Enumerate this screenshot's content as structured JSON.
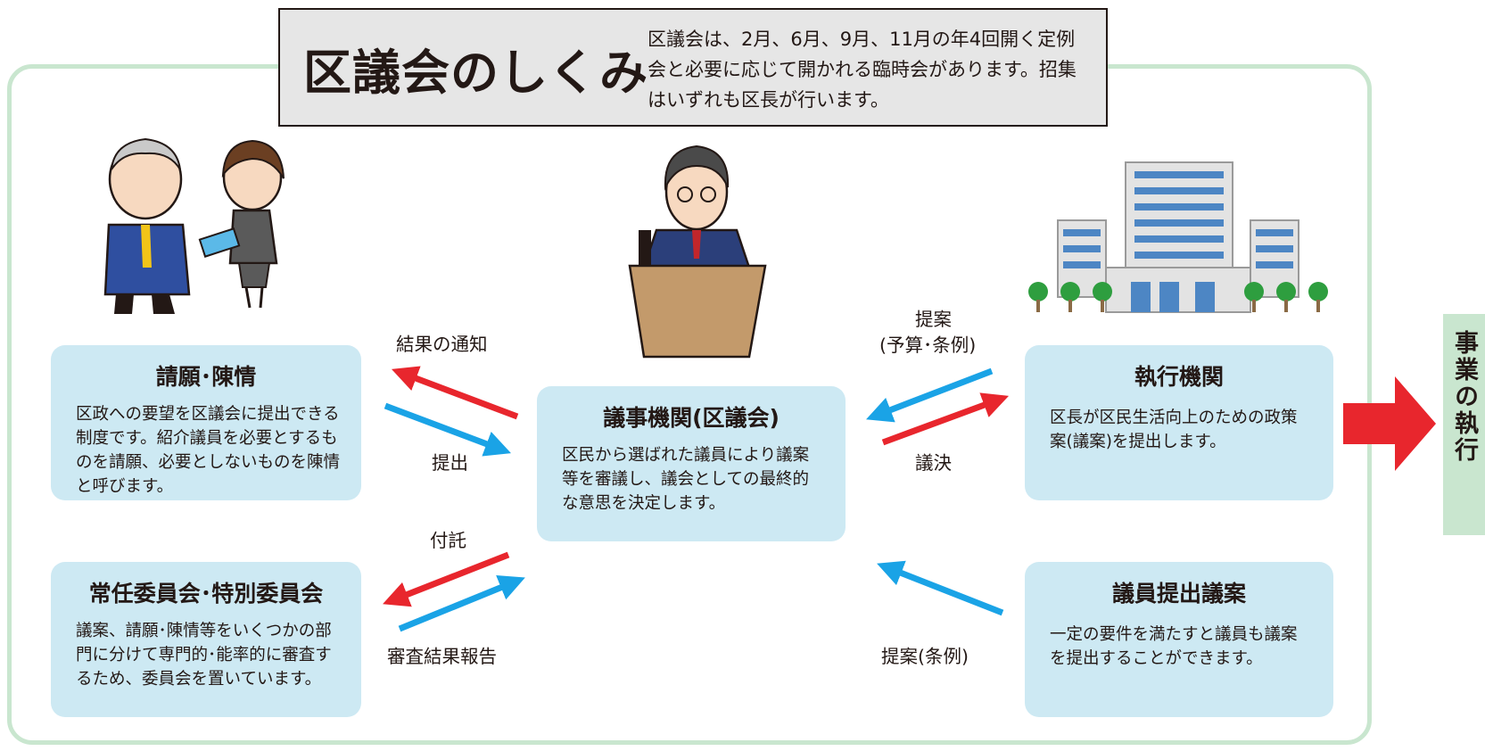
{
  "header": {
    "title": "区議会のしくみ",
    "description": "区議会は、2月、6月、9月、11月の年4回開く定例会と必要に応じて開かれる臨時会があります。招集はいずれも区長が行います。"
  },
  "boxes": {
    "petition": {
      "title": "請願･陳情",
      "text": "区政への要望を区議会に提出できる制度です。紹介議員を必要とするものを請願、必要としないものを陳情と呼びます。"
    },
    "committee": {
      "title": "常任委員会･特別委員会",
      "text": "議案、請願･陳情等をいくつかの部門に分けて専門的･能率的に審査するため、委員会を置いています。"
    },
    "assembly": {
      "title": "議事機関(区議会)",
      "text": "区民から選ばれた議員により議案等を審議し、議会としての最終的な意思を決定します。"
    },
    "executive": {
      "title": "執行機関",
      "text": "区長が区民生活向上のための政策案(議案)を提出します。"
    },
    "member_bill": {
      "title": "議員提出議案",
      "text": "一定の要件を満たすと議員も議案を提出することができます。"
    }
  },
  "labels": {
    "result_notice": "結果の通知",
    "submit": "提出",
    "refer": "付託",
    "review_report": "審査結果報告",
    "proposal_budget_1": "提案",
    "proposal_budget_2": "(予算･条例)",
    "resolution": "議決",
    "proposal_ordinance": "提案(条例)"
  },
  "side_tab": "事業の執行",
  "colors": {
    "frame": "#c9e6cf",
    "box": "#cde9f3",
    "header_bg": "#e6e6e6",
    "arrow_red": "#e8262d",
    "arrow_blue": "#1aa3e6"
  }
}
